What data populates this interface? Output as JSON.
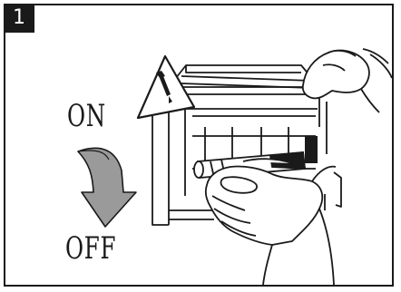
{
  "step": {
    "number": "1"
  },
  "switch_labels": {
    "on": "ON",
    "off": "OFF"
  },
  "icons": {
    "warning": "warning-triangle-icon",
    "arrow": "down-arrow-icon"
  },
  "colors": {
    "ink": "#1a1a1a",
    "arrow_fill": "#9a9a9a",
    "background": "#ffffff"
  }
}
